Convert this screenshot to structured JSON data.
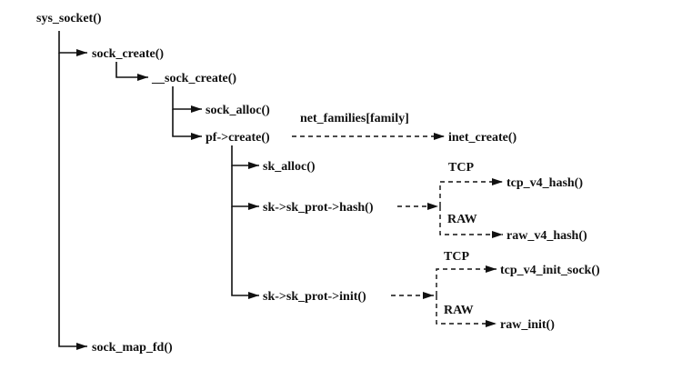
{
  "diagram": {
    "nodes": {
      "sys_socket": "sys_socket()",
      "sock_create": "sock_create()",
      "__sock_create": "__sock_create()",
      "sock_alloc": "sock_alloc()",
      "pf_create": "pf->create()",
      "inet_create": "inet_create()",
      "sk_alloc": "sk_alloc()",
      "sk_prot_hash": "sk->sk_prot->hash()",
      "tcp_v4_hash": "tcp_v4_hash()",
      "raw_v4_hash": "raw_v4_hash()",
      "sk_prot_init": "sk->sk_prot->init()",
      "tcp_v4_init_sock": "tcp_v4_init_sock()",
      "raw_init": "raw_init()",
      "sock_map_fd": "sock_map_fd()"
    },
    "edge_labels": {
      "net_families": "net_families[family]",
      "tcp_hash": "TCP",
      "raw_hash": "RAW",
      "tcp_init": "TCP",
      "raw_init": "RAW"
    }
  }
}
